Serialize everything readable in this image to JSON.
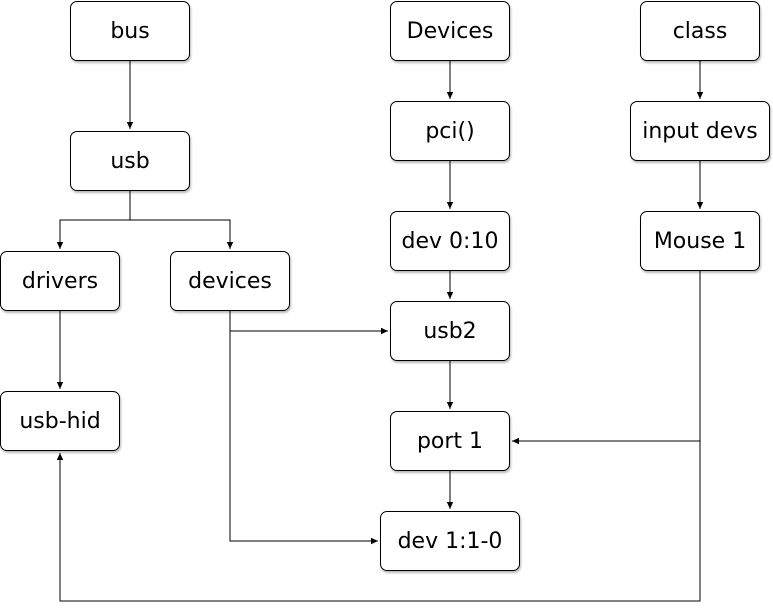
{
  "nodes": {
    "bus": "bus",
    "devices_root": "Devices",
    "class": "class",
    "usb": "usb",
    "pci": "pci()",
    "input_devs": "input devs",
    "dev_0_10": "dev 0:10",
    "mouse_1": "Mouse 1",
    "drivers": "drivers",
    "devices": "devices",
    "usb2": "usb2",
    "usb_hid": "usb-hid",
    "port_1": "port 1",
    "dev_1_1_0": "dev 1:1-0"
  },
  "edges": [
    {
      "from": "bus",
      "to": "usb"
    },
    {
      "from": "usb",
      "to": "drivers"
    },
    {
      "from": "usb",
      "to": "devices"
    },
    {
      "from": "drivers",
      "to": "usb_hid"
    },
    {
      "from": "devices",
      "to": "usb2"
    },
    {
      "from": "devices",
      "to": "dev_1_1_0"
    },
    {
      "from": "devices_root",
      "to": "pci"
    },
    {
      "from": "pci",
      "to": "dev_0_10"
    },
    {
      "from": "dev_0_10",
      "to": "usb2"
    },
    {
      "from": "usb2",
      "to": "port_1"
    },
    {
      "from": "port_1",
      "to": "dev_1_1_0"
    },
    {
      "from": "class",
      "to": "input_devs"
    },
    {
      "from": "input_devs",
      "to": "mouse_1"
    },
    {
      "from": "mouse_1",
      "to": "port_1"
    },
    {
      "from": "mouse_1",
      "to": "usb_hid"
    }
  ],
  "colors": {
    "line": "#000000",
    "box_border": "#000000",
    "box_fill": "#ffffff"
  }
}
